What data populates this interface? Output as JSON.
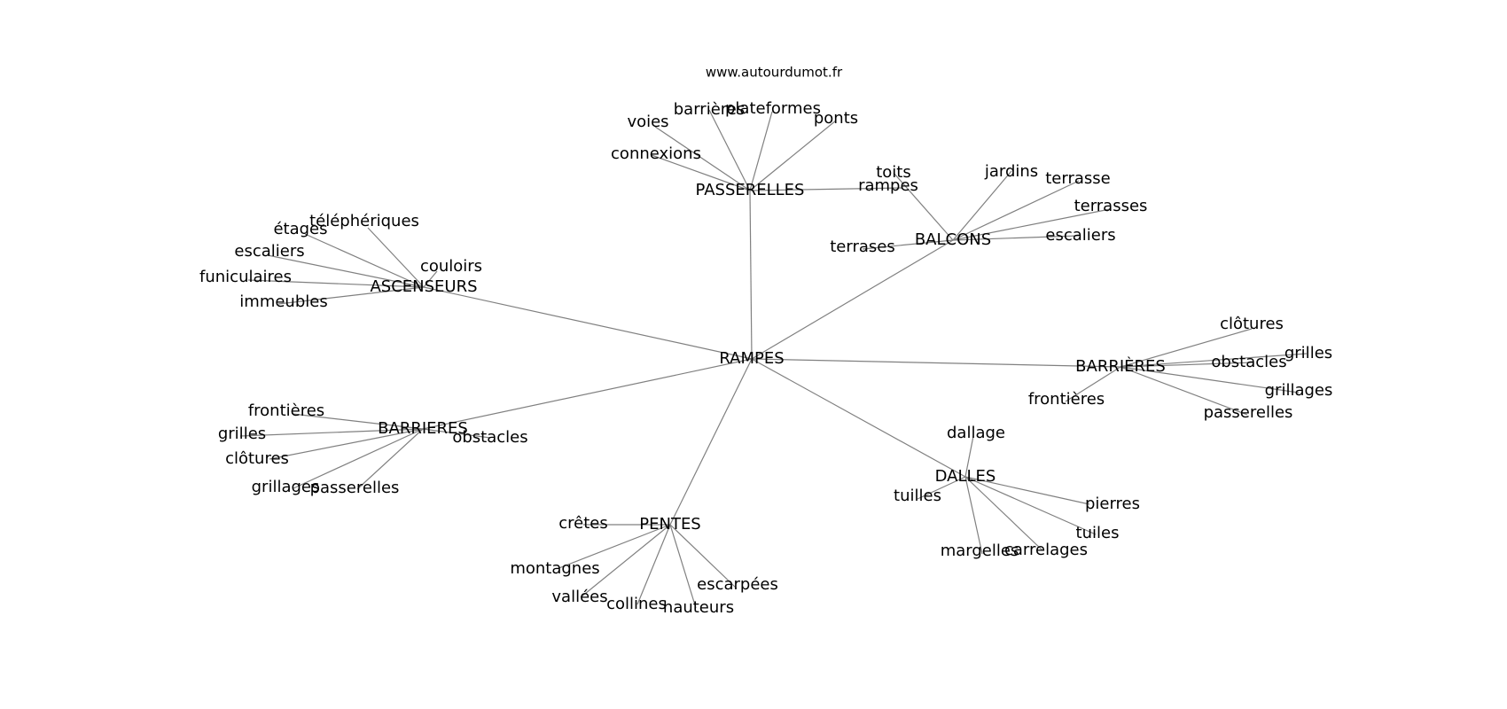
{
  "site": "www.autourdumot.fr",
  "root": "RAMPES",
  "groups": [
    {
      "label": "PASSERELLES",
      "children": [
        "connexions",
        "voies",
        "barrières",
        "plateformes",
        "ponts",
        "rampes"
      ]
    },
    {
      "label": "BALCONS",
      "children": [
        "toits",
        "jardins",
        "terrasse",
        "terrasses",
        "escaliers",
        "terrases"
      ]
    },
    {
      "label": "ASCENSEURS",
      "children": [
        "téléphériques",
        "étages",
        "escaliers",
        "couloirs",
        "funiculaires",
        "immeubles"
      ]
    },
    {
      "label": "BARRIÈRES",
      "children": [
        "clôtures",
        "grilles",
        "obstacles",
        "grillages",
        "passerelles",
        "frontières"
      ]
    },
    {
      "label": "BARRIERES",
      "children": [
        "frontières",
        "grilles",
        "clôtures",
        "grillages",
        "passerelles",
        "obstacles"
      ]
    },
    {
      "label": "DALLES",
      "children": [
        "dallage",
        "tuilles",
        "pierres",
        "tuiles",
        "margelles",
        "carrelages"
      ]
    },
    {
      "label": "PENTES",
      "children": [
        "crêtes",
        "montagnes",
        "vallées",
        "collines",
        "hauteurs",
        "escarpées"
      ]
    }
  ]
}
